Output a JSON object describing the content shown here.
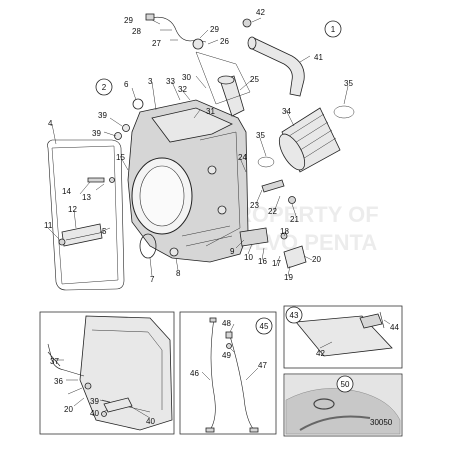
{
  "diagram": {
    "drawing_number": "30050",
    "watermark_lines": [
      "PROPERTY OF",
      "VOLVO PENTA"
    ],
    "circled_labels": [
      "1",
      "2",
      "45",
      "43",
      "50"
    ],
    "part_labels": [
      "29",
      "28",
      "27",
      "29",
      "26",
      "42",
      "41",
      "30",
      "25",
      "35",
      "6",
      "3",
      "33",
      "32",
      "31",
      "39",
      "39",
      "4",
      "35",
      "34",
      "15",
      "24",
      "14",
      "13",
      "23",
      "22",
      "21",
      "12",
      "18",
      "11",
      "5",
      "9",
      "10",
      "16",
      "17",
      "20",
      "19",
      "7",
      "8",
      "37",
      "36",
      "20",
      "39",
      "40",
      "40",
      "48",
      "49",
      "46",
      "47",
      "44",
      "42"
    ]
  }
}
